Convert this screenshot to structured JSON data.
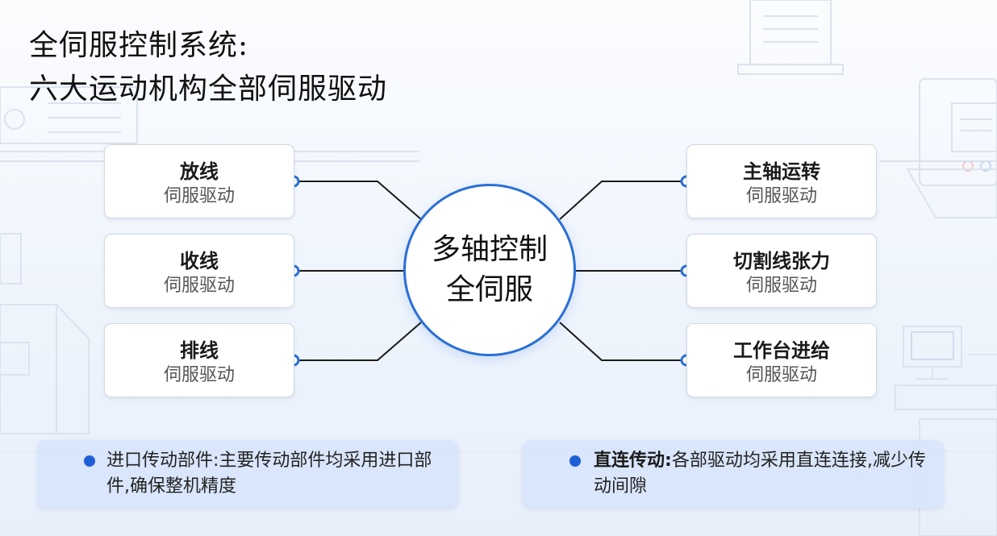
{
  "title": {
    "line1": "全伺服控制系统:",
    "line2": "六大运动机构全部伺服驱动"
  },
  "hub": {
    "line1": "多轴控制",
    "line2": "全伺服"
  },
  "nodes_left": [
    {
      "title": "放线",
      "subtitle": "伺服驱动"
    },
    {
      "title": "收线",
      "subtitle": "伺服驱动"
    },
    {
      "title": "排线",
      "subtitle": "伺服驱动"
    }
  ],
  "nodes_right": [
    {
      "title": "主轴运转",
      "subtitle": "伺服驱动"
    },
    {
      "title": "切割线张力",
      "subtitle": "伺服驱动"
    },
    {
      "title": "工作台进给",
      "subtitle": "伺服驱动"
    }
  ],
  "callouts": {
    "left": {
      "text": "进口传动部件:主要传动部件均采用进口部件,确保整机精度"
    },
    "right": {
      "heading": "直连传动",
      "separator": ":",
      "text": "各部驱动均采用直连连接,减少传动间隙"
    }
  },
  "colors": {
    "accent": "#2a6fd6",
    "bullet": "#1f5fd6",
    "connector": "#1a1a1a",
    "callout_bg": "#d6e4fa"
  }
}
